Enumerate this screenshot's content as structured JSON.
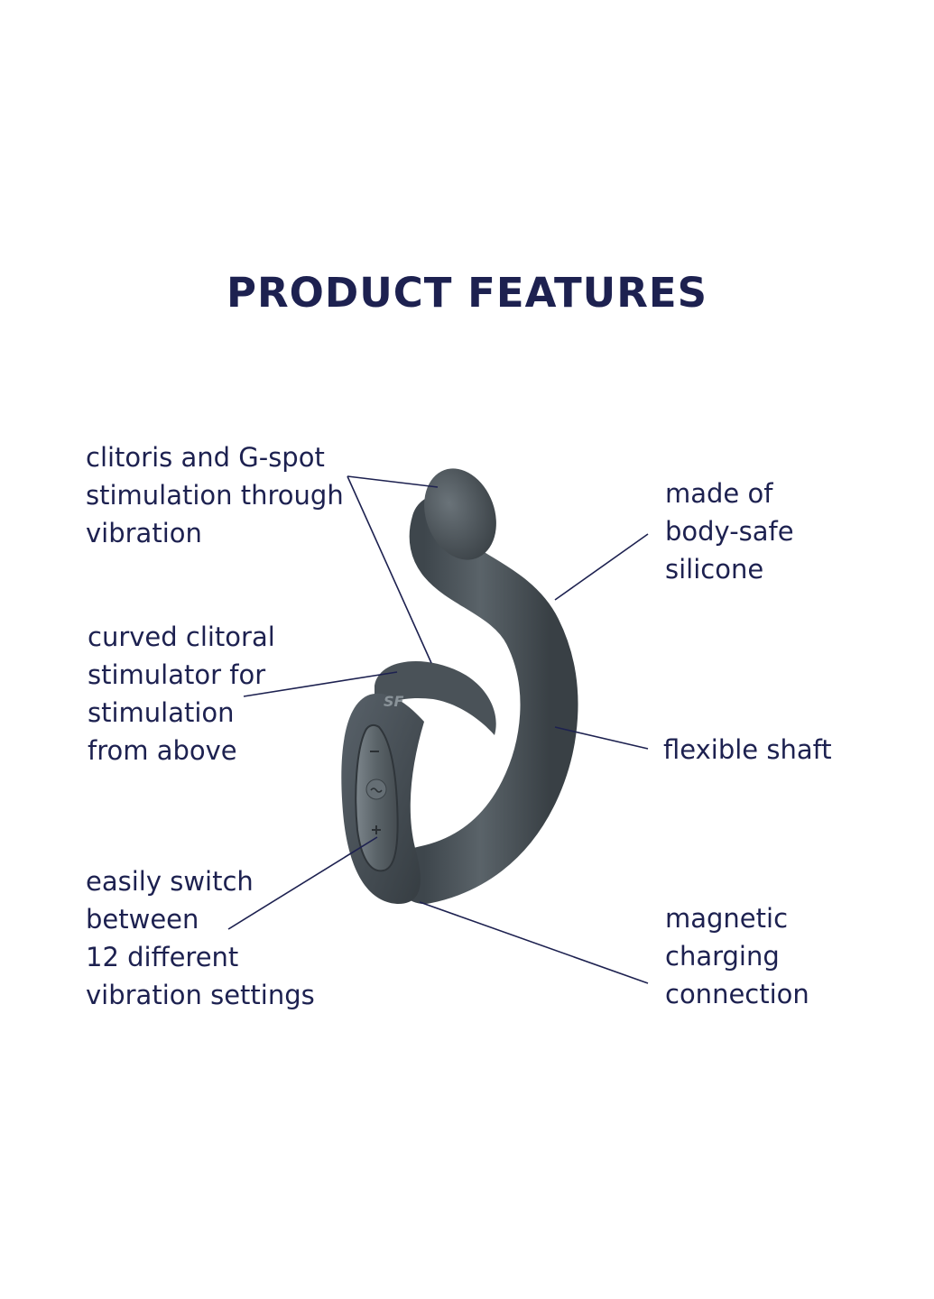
{
  "title": "PRODUCT FEATURES",
  "features": {
    "left": [
      {
        "lines": [
          "clitoris and G-spot",
          "stimulation through",
          "vibration"
        ]
      },
      {
        "lines": [
          "curved clitoral",
          "stimulator for",
          "stimulation",
          "from above"
        ]
      },
      {
        "lines": [
          "easily switch",
          "between",
          "12 different",
          "vibration settings"
        ]
      }
    ],
    "right": [
      {
        "lines": [
          "made of",
          "body-safe",
          "silicone"
        ]
      },
      {
        "lines": [
          "flexible shaft"
        ]
      },
      {
        "lines": [
          "magnetic",
          "charging",
          "connection"
        ]
      }
    ]
  },
  "colors": {
    "text": "#1d2150",
    "product": "#4a5258",
    "background": "#ffffff"
  },
  "icons": [
    "product-logo-icon",
    "minus-icon",
    "wave-icon",
    "plus-icon"
  ]
}
